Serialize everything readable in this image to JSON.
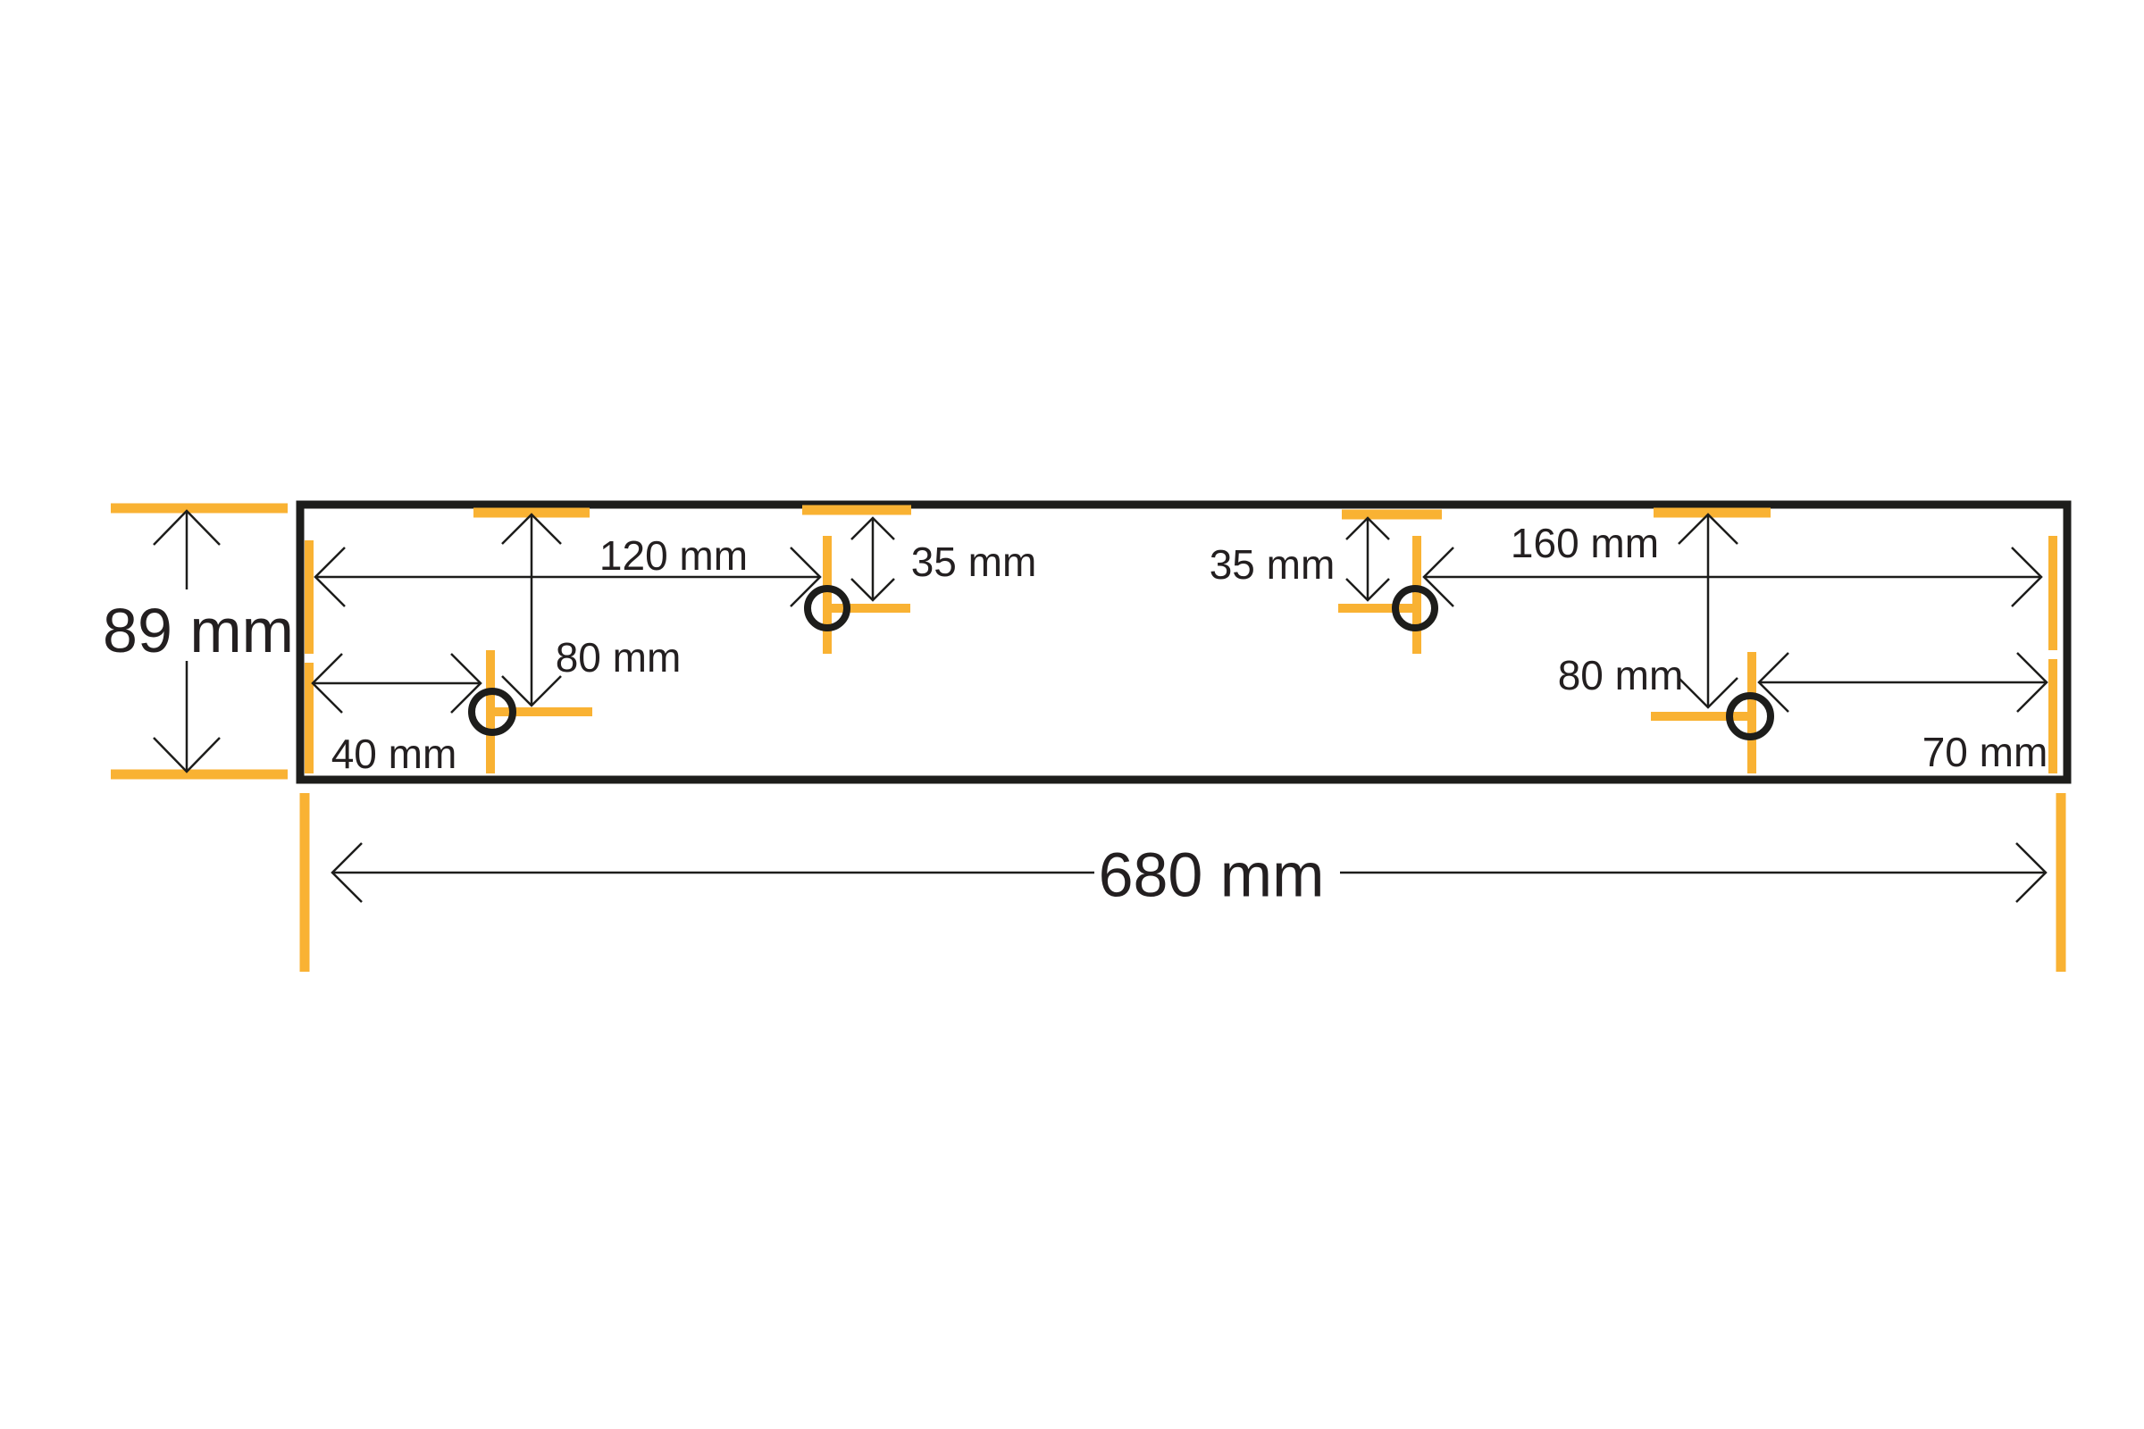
{
  "colors": {
    "marker": "#f9b233",
    "line": "#1d1d1b",
    "text": "#231f20",
    "background": "#ffffff"
  },
  "dimensions": {
    "height": "89 mm",
    "width": "680 mm",
    "hole1_left": "40 mm",
    "hole1_top": "80 mm",
    "hole2_left": "120 mm",
    "hole2_top": "35 mm",
    "hole3_top": "35 mm",
    "hole3_right": "160 mm",
    "hole4_top": "80 mm",
    "hole4_right": "70 mm"
  }
}
